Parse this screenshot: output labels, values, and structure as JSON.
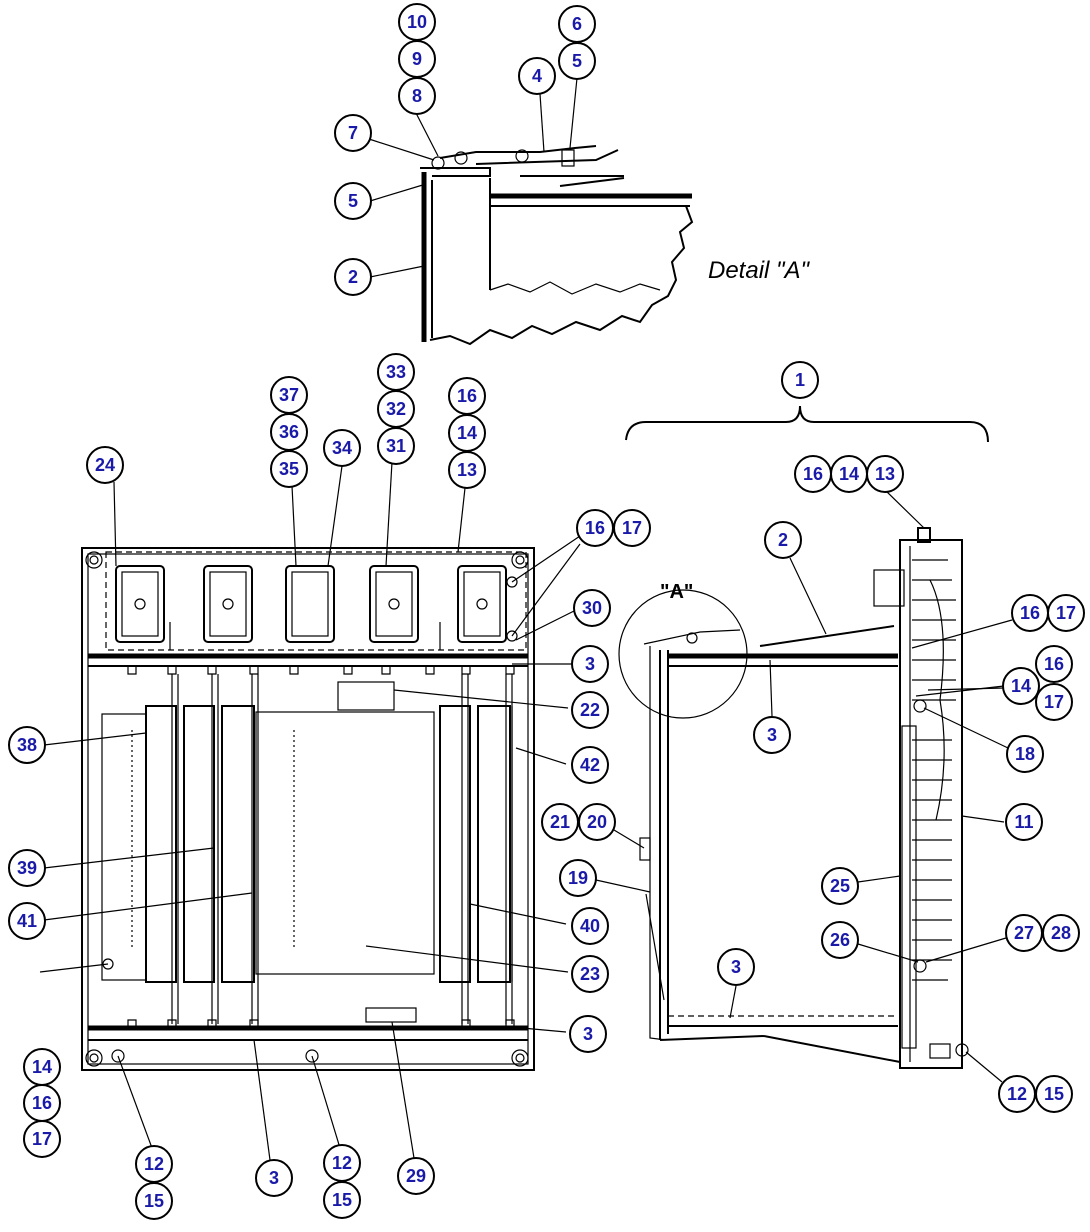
{
  "detail_label": "Detail \"A\"",
  "detail_ref": "\"A\"",
  "callouts": [
    {
      "label": "10"
    },
    {
      "label": "9"
    },
    {
      "label": "8"
    },
    {
      "label": "6"
    },
    {
      "label": "5"
    },
    {
      "label": "4"
    },
    {
      "label": "7"
    },
    {
      "label": "5"
    },
    {
      "label": "2"
    },
    {
      "label": "37"
    },
    {
      "label": "36"
    },
    {
      "label": "35"
    },
    {
      "label": "34"
    },
    {
      "label": "33"
    },
    {
      "label": "32"
    },
    {
      "label": "31"
    },
    {
      "label": "16"
    },
    {
      "label": "14"
    },
    {
      "label": "13"
    },
    {
      "label": "24"
    },
    {
      "label": "16"
    },
    {
      "label": "17"
    },
    {
      "label": "30"
    },
    {
      "label": "3"
    },
    {
      "label": "22"
    },
    {
      "label": "38"
    },
    {
      "label": "42"
    },
    {
      "label": "39"
    },
    {
      "label": "41"
    },
    {
      "label": "40"
    },
    {
      "label": "23"
    },
    {
      "label": "3"
    },
    {
      "label": "14"
    },
    {
      "label": "16"
    },
    {
      "label": "17"
    },
    {
      "label": "12"
    },
    {
      "label": "15"
    },
    {
      "label": "3"
    },
    {
      "label": "12"
    },
    {
      "label": "15"
    },
    {
      "label": "29"
    },
    {
      "label": "1"
    },
    {
      "label": "16"
    },
    {
      "label": "14"
    },
    {
      "label": "13"
    },
    {
      "label": "2"
    },
    {
      "label": "16"
    },
    {
      "label": "17"
    },
    {
      "label": "16"
    },
    {
      "label": "14"
    },
    {
      "label": "17"
    },
    {
      "label": "3"
    },
    {
      "label": "18"
    },
    {
      "label": "21"
    },
    {
      "label": "20"
    },
    {
      "label": "11"
    },
    {
      "label": "19"
    },
    {
      "label": "25"
    },
    {
      "label": "26"
    },
    {
      "label": "27"
    },
    {
      "label": "28"
    },
    {
      "label": "3"
    },
    {
      "label": "12"
    },
    {
      "label": "15"
    }
  ]
}
